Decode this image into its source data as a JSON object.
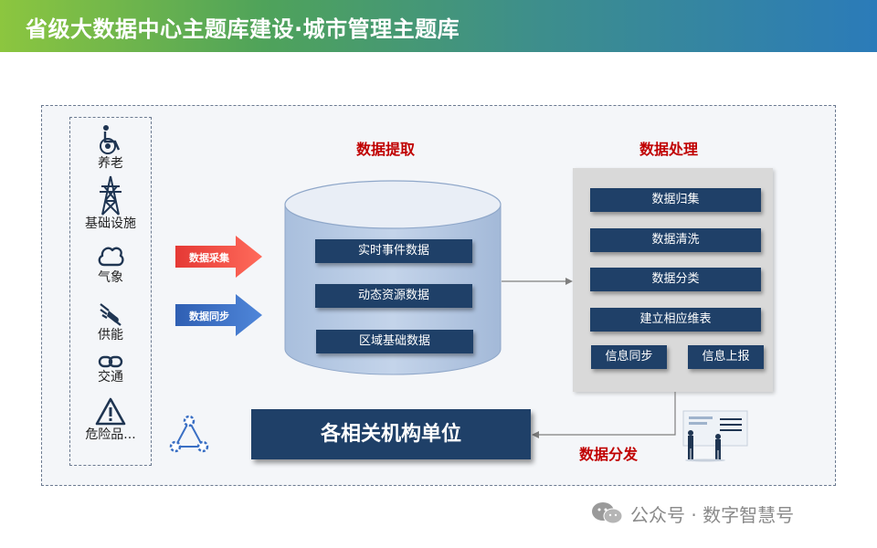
{
  "title": "省级大数据中心主题库建设·城市管理主题库",
  "categories": [
    {
      "label": "养老",
      "icon": "wheelchair-icon"
    },
    {
      "label": "基础设施",
      "icon": "power-tower-icon"
    },
    {
      "label": "气象",
      "icon": "cloud-icon"
    },
    {
      "label": "供能",
      "icon": "energy-icon"
    },
    {
      "label": "交通",
      "icon": "link-icon"
    },
    {
      "label": "危险品...",
      "icon": "warning-icon"
    }
  ],
  "extraction": {
    "title": "数据提取",
    "arrows": [
      "数据采集",
      "数据同步"
    ],
    "items": [
      "实时事件数据",
      "动态资源数据",
      "区域基础数据"
    ]
  },
  "processing": {
    "title": "数据处理",
    "items": [
      "数据归集",
      "数据清洗",
      "数据分类",
      "建立相应维表"
    ],
    "bottom_items": [
      "信息同步",
      "信息上报"
    ]
  },
  "distribution": {
    "label": "数据分发",
    "target": "各相关机构单位"
  },
  "watermark": "公众号 · 数字智慧号",
  "colors": {
    "accent_red": "#c00000",
    "navy": "#1f4068",
    "arrow_red": "#e53935",
    "arrow_blue": "#3a6fc4"
  }
}
